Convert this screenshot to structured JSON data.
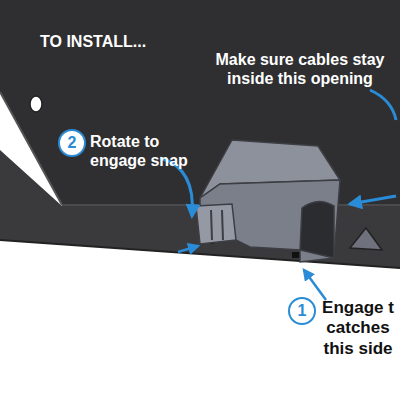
{
  "diagram": {
    "title": "TO INSTALL...",
    "nodes": [
      {
        "text": [
          "2"
        ]
      },
      {
        "text": [
          "1"
        ]
      }
    ],
    "labels": [
      "Make sure cables stay inside this opening",
      "Rotate to engage snap",
      "Engage t catches this side"
    ]
  }
}
